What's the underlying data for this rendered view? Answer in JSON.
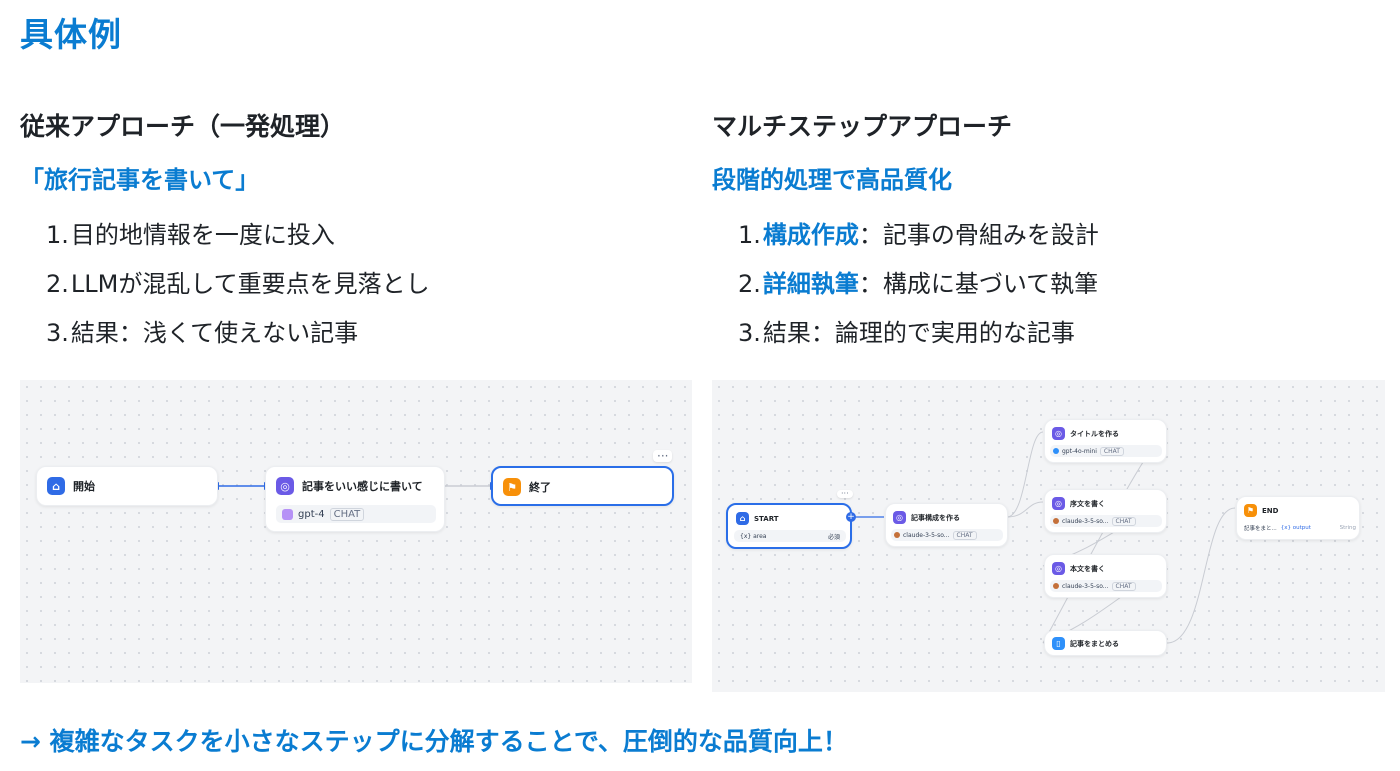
{
  "page": {
    "title": "具体例"
  },
  "left": {
    "heading": "従来アプローチ（一発処理）",
    "quote": "「旅行記事を書いて」",
    "steps": [
      {
        "num": "1.",
        "text": "目的地情報を一度に投入"
      },
      {
        "num": "2.",
        "text": "LLMが混乱して重要点を見落とし"
      },
      {
        "num": "3.",
        "text": "結果：浅くて使えない記事"
      }
    ],
    "flow": {
      "start_label": "開始",
      "llm_label": "記事をいい感じに書いて",
      "llm_model": "gpt-4",
      "llm_tag": "CHAT",
      "end_label": "終了",
      "more": "···"
    }
  },
  "right": {
    "heading": "マルチステップアプローチ",
    "quote": "段階的処理で高品質化",
    "steps": [
      {
        "num": "1.",
        "highlight": "構成作成",
        "text": "：記事の骨組みを設計"
      },
      {
        "num": "2.",
        "highlight": "詳細執筆",
        "text": "：構成に基づいて執筆"
      },
      {
        "num": "3.",
        "highlight": "",
        "text": "結果：論理的で実用的な記事"
      }
    ],
    "flow": {
      "start": {
        "label": "START",
        "var": "{x} area",
        "req": "必須"
      },
      "compose": {
        "label": "記事構成を作る",
        "model": "claude-3-5-so...",
        "tag": "CHAT"
      },
      "title": {
        "label": "タイトルを作る",
        "model": "gpt-4o-mini",
        "tag": "CHAT"
      },
      "intro": {
        "label": "序文を書く",
        "model": "claude-3-5-so...",
        "tag": "CHAT"
      },
      "body": {
        "label": "本文を書く",
        "model": "claude-3-5-so...",
        "tag": "CHAT"
      },
      "merge": {
        "label": "記事をまとめる"
      },
      "end": {
        "label": "END",
        "var": "記事をまと...",
        "output": "{x} output",
        "type": "String"
      },
      "more": "···"
    }
  },
  "conclusion": "→ 複雑なタスクを小さなステップに分解することで、圧倒的な品質向上！",
  "colors": {
    "accent": "#0a7cd1",
    "node_blue": "#2f6be6",
    "node_purple": "#6b5ae6",
    "node_orange": "#f79009"
  }
}
